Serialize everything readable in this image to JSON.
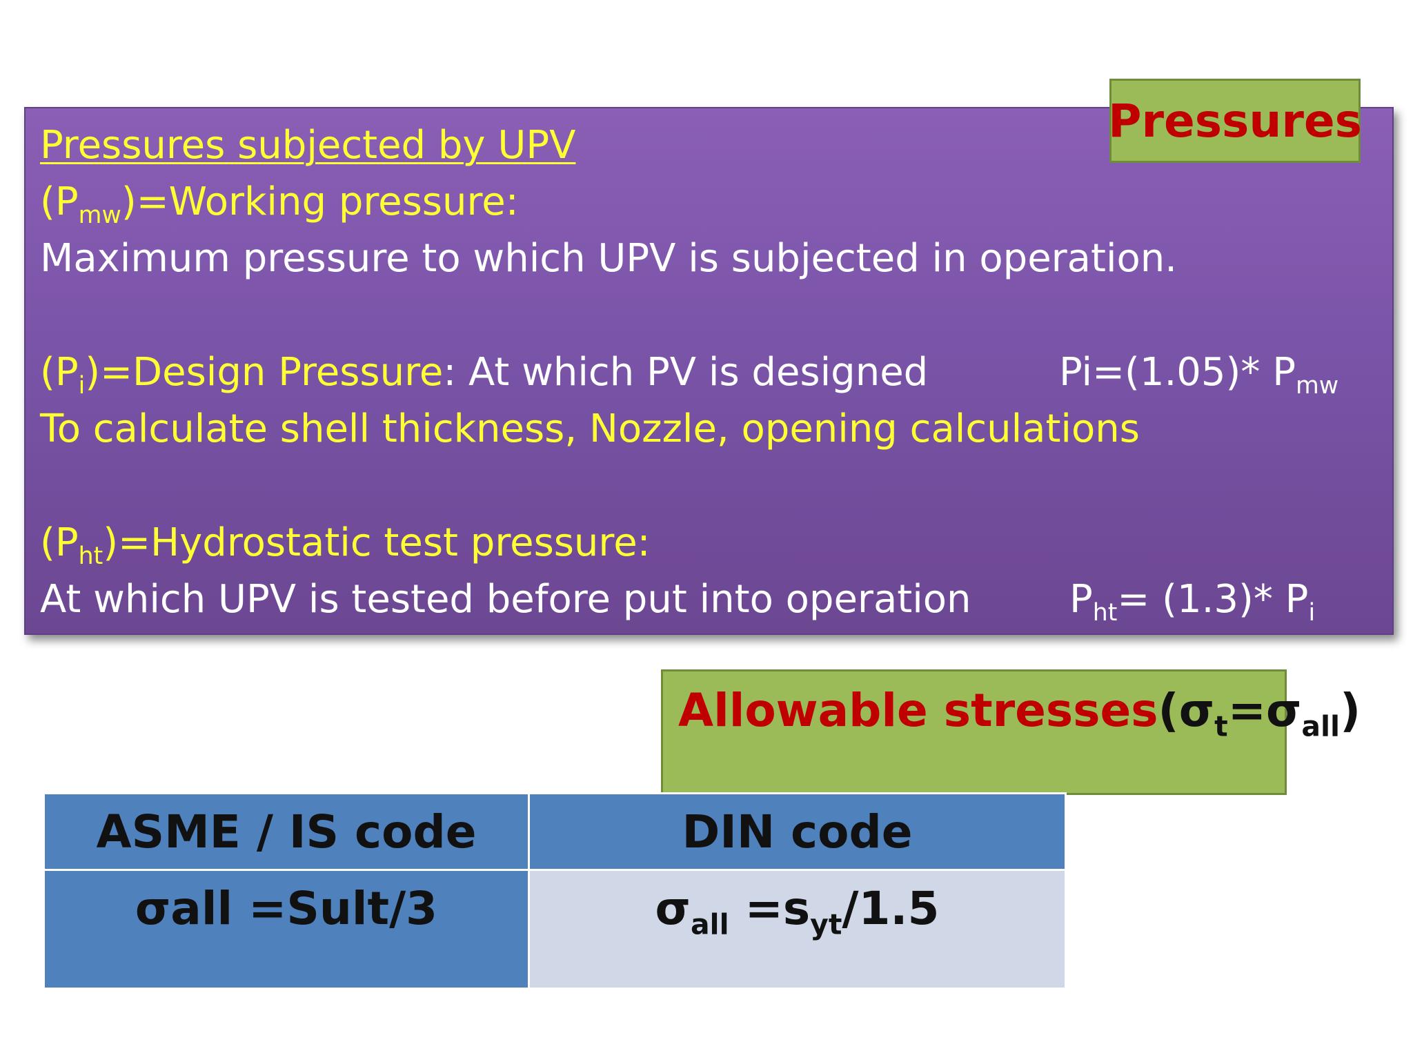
{
  "title_label": "Pressures",
  "heading": "Pressures subjected by UPV",
  "working": {
    "prefix": "(P",
    "sub": "mw",
    "suffix": ")=Working pressure:",
    "description": "Maximum pressure to which UPV is subjected in operation."
  },
  "design": {
    "prefix": "(P",
    "sub": "i",
    "suffix": ")=Design Pressure",
    "colon": ": At which PV is designed",
    "formula_main": "Pi=(1.05)* P",
    "formula_sub": "mw",
    "usage": "To calculate  shell thickness, Nozzle, opening calculations"
  },
  "hydro": {
    "prefix": "(P",
    "sub": "ht",
    "suffix": ")=Hydrostatic test pressure:",
    "description": " At which UPV is tested before put into operation",
    "formula_p": "P",
    "formula_sub1": "ht",
    "formula_mid": "= (1.3)* P",
    "formula_sub2": "i"
  },
  "stress_label": {
    "text": "Allowable stresses",
    "open": "(σ",
    "sub1": "t",
    "mid": "=σ",
    "sub2": "all",
    "close": ")"
  },
  "table": {
    "headers": [
      "ASME / IS code",
      "DIN code"
    ],
    "asme_formula": "σall =Sult/3",
    "din": {
      "sigma": "σ",
      "sub1": "all",
      "mid": " =s",
      "sub2": "yt",
      "tail": "/1.5"
    }
  },
  "colors": {
    "panel": "#7a54a8",
    "highlight_text": "#ffff33",
    "label_bg": "#9bbb59",
    "label_text": "#c00000",
    "table_dark": "#4f81bd",
    "table_light": "#d0d8e8"
  }
}
